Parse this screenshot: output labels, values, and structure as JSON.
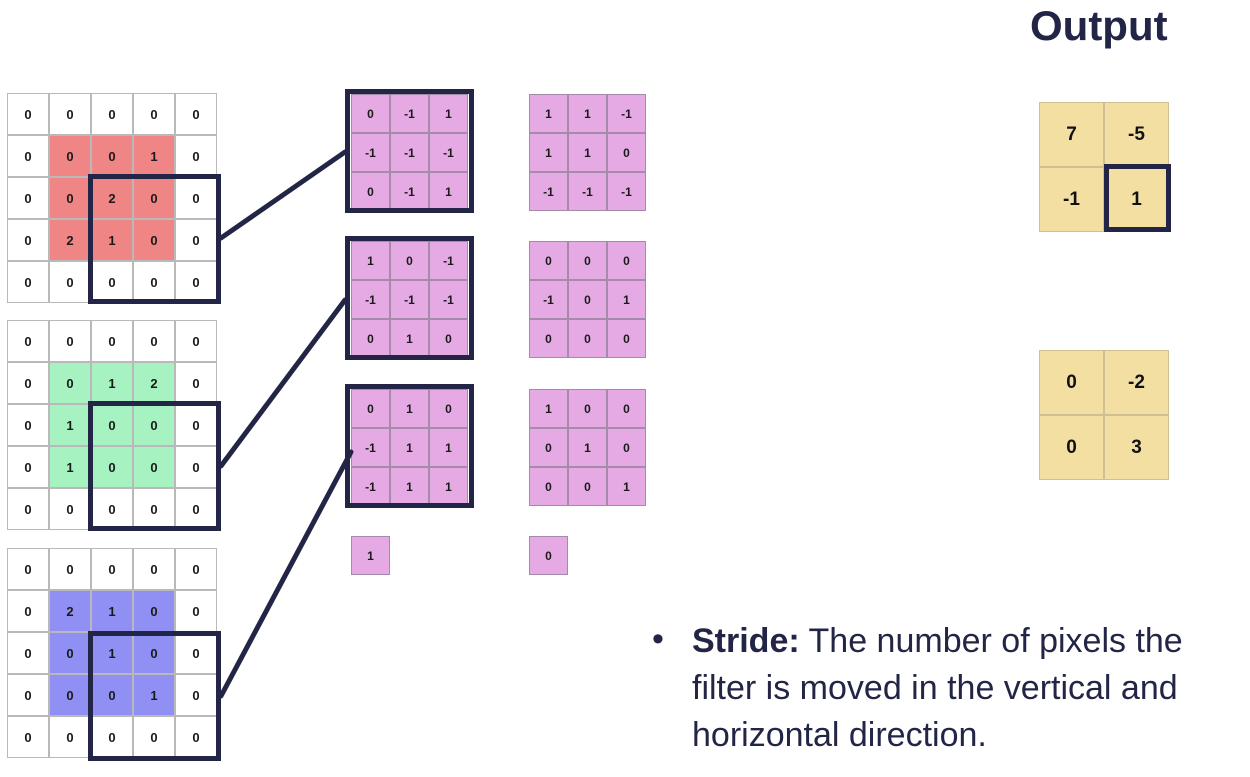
{
  "title": "Output",
  "inputs": [
    {
      "name": "red",
      "color": "#ef8585",
      "cells": [
        [
          "0",
          "0",
          "0",
          "0",
          "0"
        ],
        [
          "0",
          "0",
          "0",
          "1",
          "0"
        ],
        [
          "0",
          "0",
          "2",
          "0",
          "0"
        ],
        [
          "0",
          "2",
          "1",
          "0",
          "0"
        ],
        [
          "0",
          "0",
          "0",
          "0",
          "0"
        ]
      ]
    },
    {
      "name": "green",
      "color": "#a6f2c0",
      "cells": [
        [
          "0",
          "0",
          "0",
          "0",
          "0"
        ],
        [
          "0",
          "0",
          "1",
          "2",
          "0"
        ],
        [
          "0",
          "1",
          "0",
          "0",
          "0"
        ],
        [
          "0",
          "1",
          "0",
          "0",
          "0"
        ],
        [
          "0",
          "0",
          "0",
          "0",
          "0"
        ]
      ]
    },
    {
      "name": "blue",
      "color": "#8f8ff4",
      "cells": [
        [
          "0",
          "0",
          "0",
          "0",
          "0"
        ],
        [
          "0",
          "2",
          "1",
          "0",
          "0"
        ],
        [
          "0",
          "0",
          "1",
          "0",
          "0"
        ],
        [
          "0",
          "0",
          "0",
          "1",
          "0"
        ],
        [
          "0",
          "0",
          "0",
          "0",
          "0"
        ]
      ]
    }
  ],
  "filter_w0": [
    [
      [
        "0",
        "-1",
        "1"
      ],
      [
        "-1",
        "-1",
        "-1"
      ],
      [
        "0",
        "-1",
        "1"
      ]
    ],
    [
      [
        "1",
        "0",
        "-1"
      ],
      [
        "-1",
        "-1",
        "-1"
      ],
      [
        "0",
        "1",
        "0"
      ]
    ],
    [
      [
        "0",
        "1",
        "0"
      ],
      [
        "-1",
        "1",
        "1"
      ],
      [
        "-1",
        "1",
        "1"
      ]
    ]
  ],
  "bias_w0": "1",
  "filter_w1": [
    [
      [
        "1",
        "1",
        "-1"
      ],
      [
        "1",
        "1",
        "0"
      ],
      [
        "-1",
        "-1",
        "-1"
      ]
    ],
    [
      [
        "0",
        "0",
        "0"
      ],
      [
        "-1",
        "0",
        "1"
      ],
      [
        "0",
        "0",
        "0"
      ]
    ],
    [
      [
        "1",
        "0",
        "0"
      ],
      [
        "0",
        "1",
        "0"
      ],
      [
        "0",
        "0",
        "1"
      ]
    ]
  ],
  "bias_w1": "0",
  "outputs": [
    [
      [
        "7",
        "-5"
      ],
      [
        "-1",
        "1"
      ]
    ],
    [
      [
        "0",
        "-2"
      ],
      [
        "0",
        "3"
      ]
    ]
  ],
  "bullet": {
    "term": "Stride:",
    "text": " The number of pixels the filter is moved in the vertical and horizontal direction."
  },
  "colors": {
    "frame": "#232547",
    "filter_fill": "#e5a9e3",
    "output_fill": "#f4dfa3",
    "text": "#232547"
  }
}
